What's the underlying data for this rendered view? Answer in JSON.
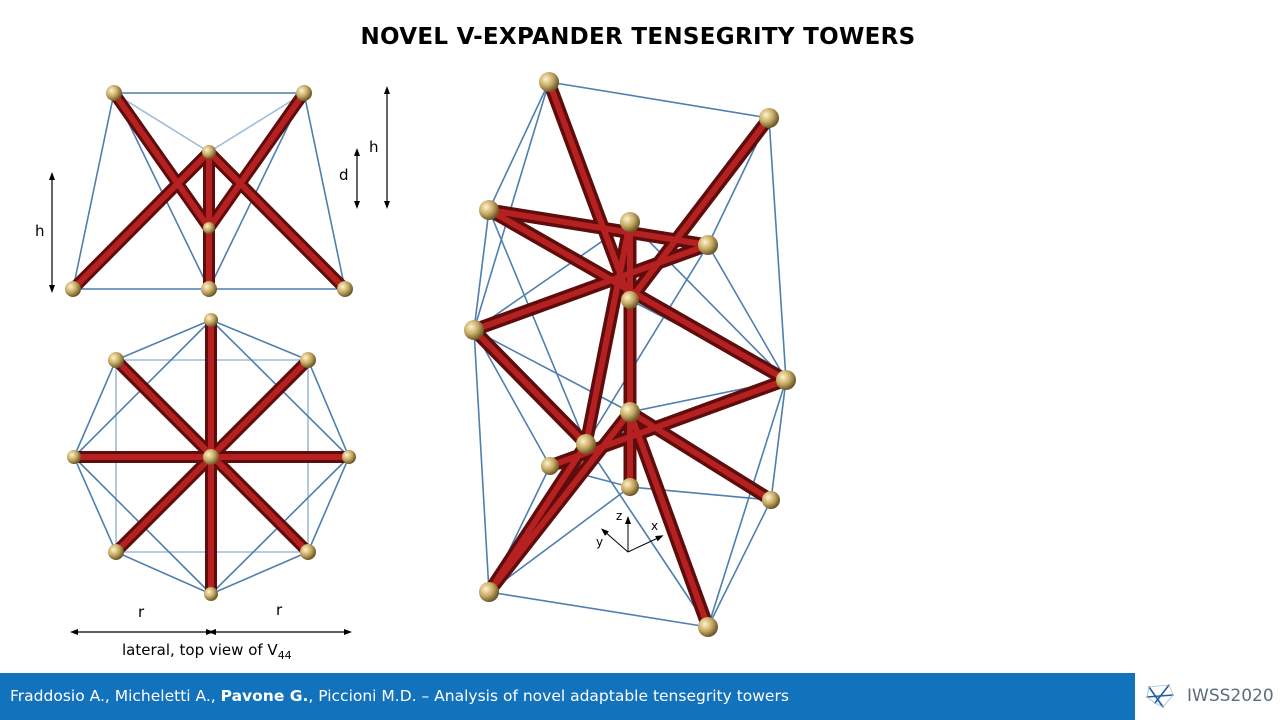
{
  "title": "NOVEL V-EXPANDER TENSEGRITY TOWERS",
  "labels": {
    "h_left": "h",
    "h_right": "h",
    "d": "d",
    "r_left": "r",
    "r_right": "r",
    "caption_main": "lateral, top view of V",
    "caption_sub": "44",
    "axis_x": "x",
    "axis_y": "y",
    "axis_z": "z"
  },
  "footer": {
    "authors_pre": "Fraddosio A., Micheletti A., ",
    "authors_bold": "Pavone G.",
    "authors_post": ", Piccioni M.D. – Analysis of novel adaptable tensegrity towers",
    "logo_text": "IWSS2020"
  },
  "colors": {
    "bar": "#8e1515",
    "cable": "#4f7fae",
    "node": "#c7aa64",
    "footer_bg": "#1372bc"
  }
}
